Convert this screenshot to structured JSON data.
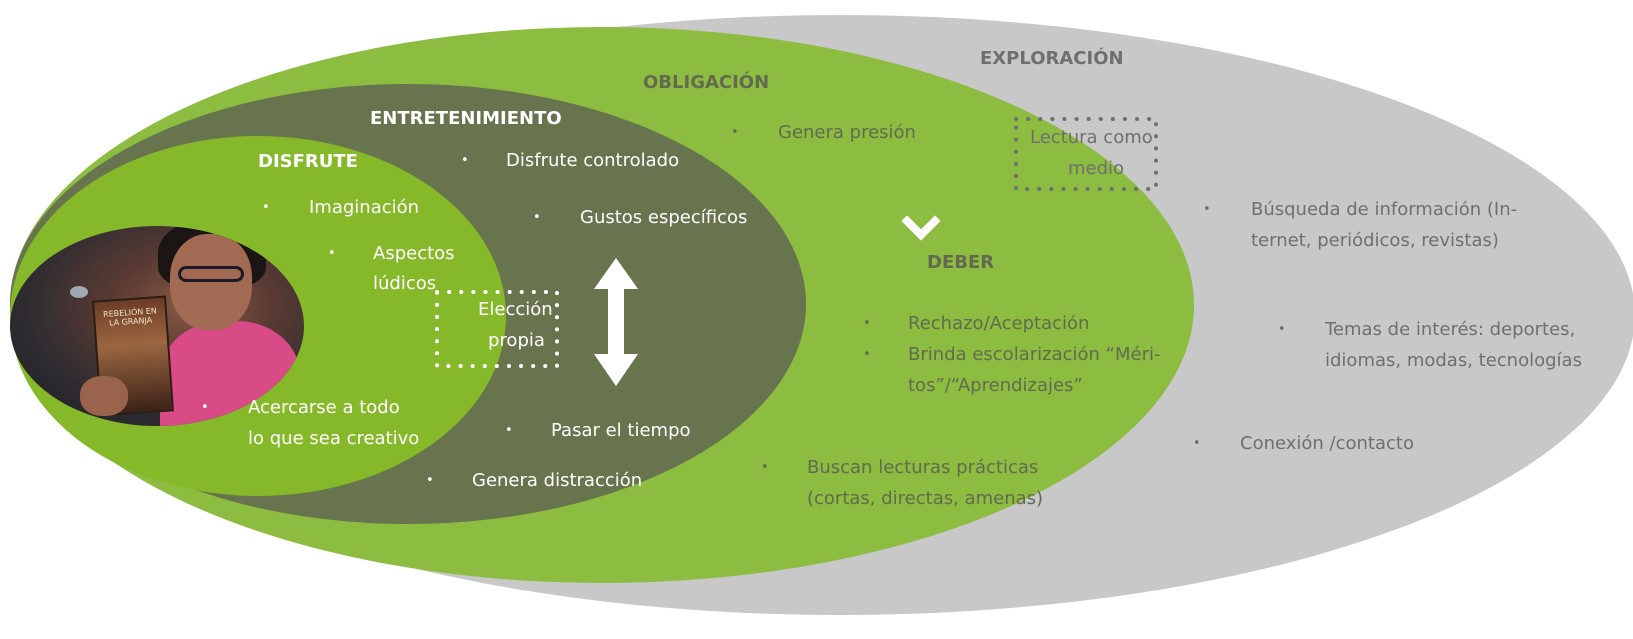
{
  "colors": {
    "exploracion": "#c8c8c8",
    "obligacion": "#8cbc40",
    "entretenimiento": "#68744e",
    "disfrute": "#86b92a",
    "title_dark": "#646a50",
    "title_grey": "#6f6f6f"
  },
  "bullet": "•",
  "disfrute": {
    "title": "DISFRUTE",
    "items": [
      "Imaginación",
      "Aspectos",
      "lúdicos",
      "Acercarse a todo",
      "lo que sea creativo"
    ]
  },
  "entretenimiento": {
    "title": "ENTRETENIMIENTO",
    "items": [
      "Disfrute controlado",
      "Gustos específicos",
      "Pasar el tiempo",
      "Genera distracción"
    ],
    "box": [
      "Elección",
      "propia"
    ],
    "arrow_icon": "double-arrow-vertical"
  },
  "obligacion": {
    "title": "OBLIGACIÓN",
    "items": [
      "Genera presión",
      "Rechazo/Aceptación",
      "Brinda escolarización “Méri-",
      "tos”/“Aprendizajes”",
      "Buscan lecturas prácticas",
      "(cortas, directas, amenas)"
    ],
    "deber_label": "DEBER",
    "deber_icon": "chevron-down"
  },
  "exploracion": {
    "title": "EXPLORACIÓN",
    "box": [
      "Lectura como",
      "medio"
    ],
    "items": [
      "Búsqueda de información (In-",
      "ternet, periódicos, revistas)",
      "Temas de interés: deportes,",
      "idiomas, modas, tecnologías",
      "Conexión /contacto"
    ]
  },
  "photo": {
    "book_title": "REBELIÓN EN LA GRANJA"
  }
}
